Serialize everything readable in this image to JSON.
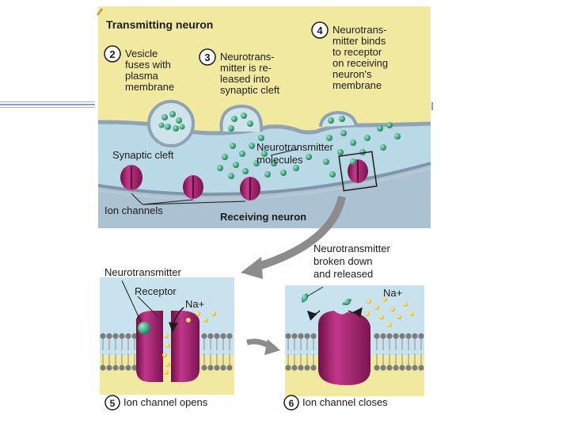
{
  "top_panel": {
    "title": "Transmitting neuron",
    "step2": {
      "number": "2",
      "lines": [
        "Vesicle",
        "fuses with",
        "plasma",
        "membrane"
      ]
    },
    "step3": {
      "number": "3",
      "lines": [
        "Neurotrans-",
        "mitter is re-",
        "leased into",
        "synaptic cleft"
      ]
    },
    "step4": {
      "number": "4",
      "lines": [
        "Neurotrans-",
        "mitter binds",
        "to receptor",
        "on receiving",
        "neuron's",
        "membrane"
      ]
    },
    "cleft_label": "Synaptic cleft",
    "molecules_label": [
      "Neurotransmitter",
      "molecules"
    ],
    "ion_channels_label": "Ion channels",
    "receiving_label": "Receiving neuron"
  },
  "bottom_left": {
    "neurotransmitter_label": "Neurotransmitter",
    "receptor_label": "Receptor",
    "ion_label": "Na+",
    "step_number": "5",
    "caption": "Ion channel opens"
  },
  "bottom_right": {
    "label_lines": [
      "Neurotransmitter",
      "broken down",
      "and released"
    ],
    "ion_label": "Na+",
    "step_number": "6",
    "caption": "Ion channel closes"
  },
  "colors": {
    "cytoplasm": "#f2e9a0",
    "cleft": "#c9e3ee",
    "membrane": "#8fa3b5",
    "channel": "#a8236e",
    "neurotransmitter": "#1f9a6e",
    "sodium": "#e8c832"
  }
}
